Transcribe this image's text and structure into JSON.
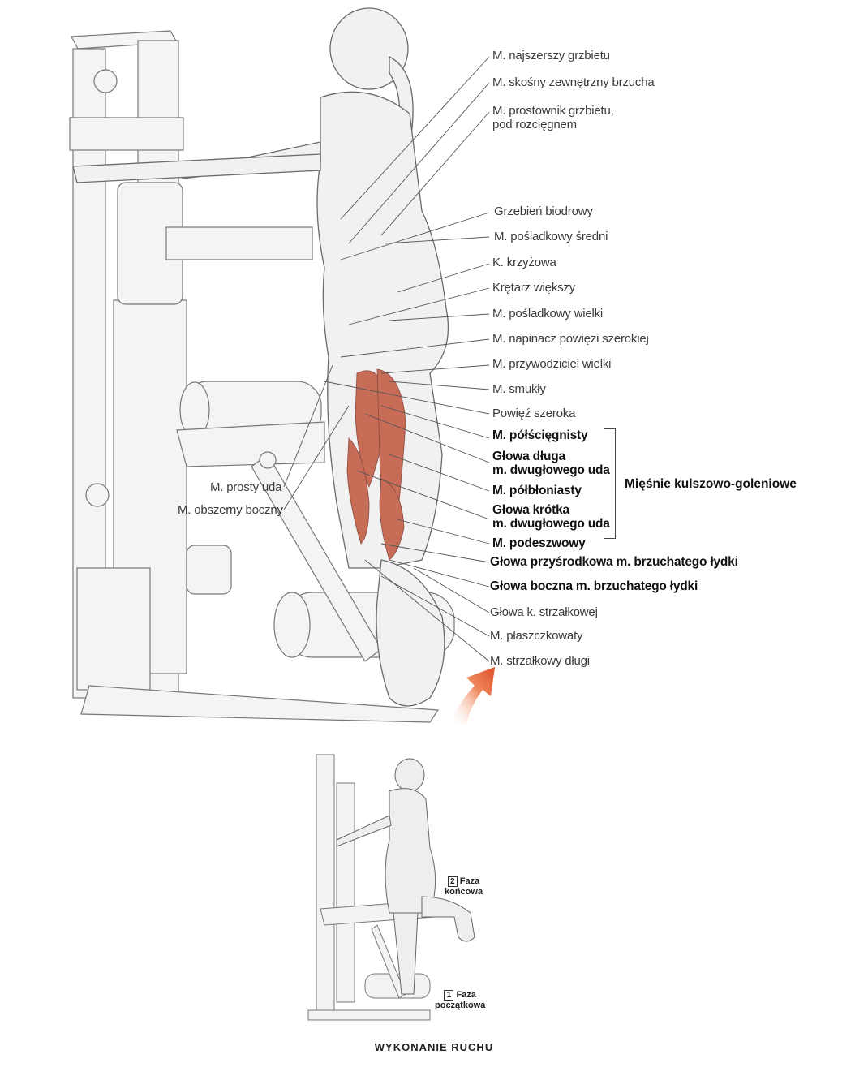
{
  "labels_top": [
    "M. najszerszy grzbietu",
    "M. skośny zewnętrzny brzucha",
    "M. prostownik grzbietu,\npod rozcięgnem",
    "Grzebień biodrowy",
    "M. pośladkowy średni",
    "K. krzyżowa",
    "Krętarz większy",
    "M. pośladkowy wielki",
    "M. napinacz powięzi szerokiej",
    "M. przywodziciel wielki",
    "M. smukły",
    "Powięź szeroka"
  ],
  "labels_hamstring": [
    "M. półścięgnisty",
    "Głowa długa\nm. dwugłowego uda",
    "M. półbłoniasty",
    "Głowa krótka\nm. dwugłowego uda",
    "M. podeszwowy"
  ],
  "labels_calf_bold": [
    "Głowa przyśrodkowa m. brzuchatego łydki",
    "Głowa boczna m. brzuchatego łydki"
  ],
  "labels_bottom": [
    "Głowa k. strzałkowej",
    "M. płaszczkowaty",
    "M. strzałkowy długi"
  ],
  "labels_left": [
    "M. prosty uda",
    "M. obszerny boczny"
  ],
  "group_label": "Mięśnie kulszowo-goleniowe",
  "phase_end": {
    "num": "2",
    "text": "Faza\nkońcowa"
  },
  "phase_start": {
    "num": "1",
    "text": "Faza\npoczątkowa"
  },
  "caption": "WYKONANIE RUCHU",
  "colors": {
    "muscle_red": "#c0553d",
    "arrow": "#e8623a",
    "line": "#555555"
  }
}
